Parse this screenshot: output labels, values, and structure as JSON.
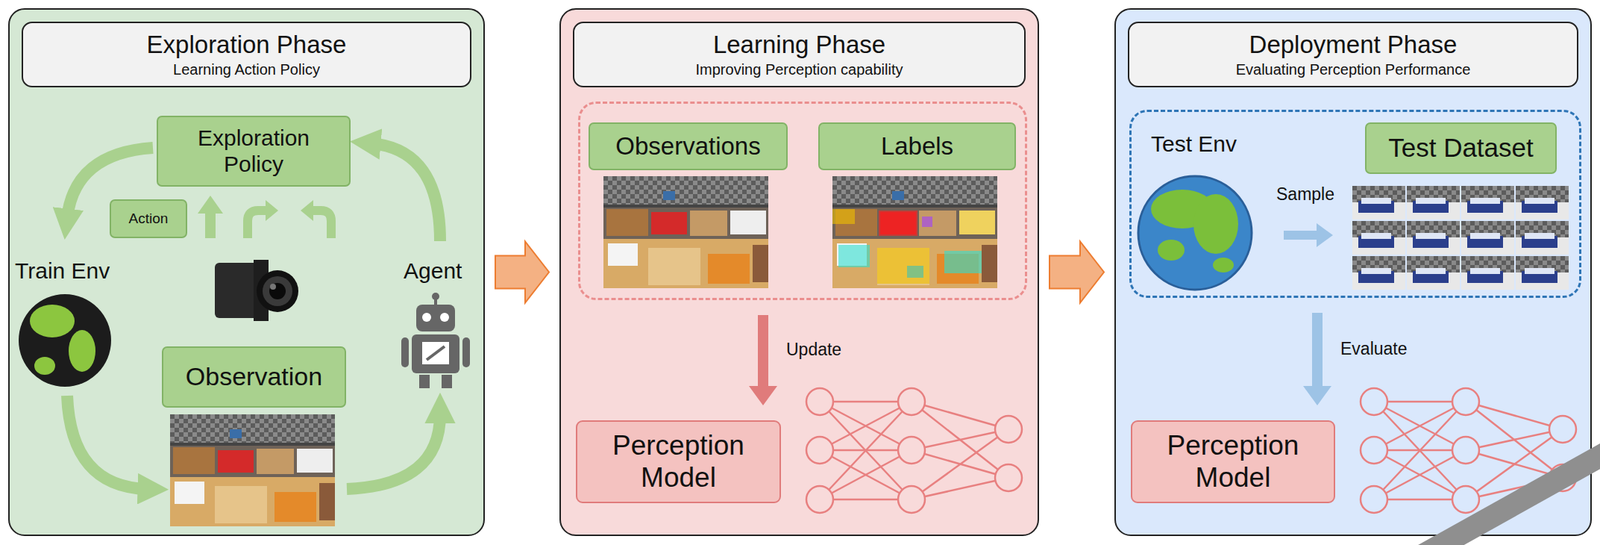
{
  "diagram": {
    "nodes": [
      {
        "text": [
          "Exploration Phase",
          "Learning Action Policy"
        ]
      },
      {
        "text": [
          "Exploration Policy"
        ],
        "in": 0
      },
      {
        "text": [
          "Action"
        ],
        "in": 0
      },
      {
        "text": [
          "Observation"
        ],
        "in": 0
      },
      {
        "text": [
          "Learning Phase",
          "Improving Perception capability"
        ]
      },
      {
        "text": [],
        "in": 4
      },
      {
        "text": [
          "Observations"
        ],
        "in": 5
      },
      {
        "text": [
          "Labels"
        ],
        "in": 5
      },
      {
        "text": [
          "Perception Model"
        ],
        "in": 4
      },
      {
        "text": [
          "Deployment Phase",
          "Evaluating Perception Performance"
        ]
      },
      {
        "text": [
          "Test Env"
        ],
        "in": 9
      },
      {
        "text": [
          "Test Dataset"
        ],
        "in": 10
      },
      {
        "text": [
          "Perception Model"
        ],
        "in": 9
      }
    ],
    "edges": [
      {
        "from": 0,
        "to": 4,
        "arrow": "to"
      },
      {
        "from": 4,
        "to": 9,
        "arrow": "to"
      },
      {
        "from": 5,
        "to": 8,
        "label": "Update",
        "arrow": "to"
      },
      {
        "from": 10,
        "to": 12,
        "label": "Evaluate",
        "arrow": "to"
      }
    ],
    "labels": [
      "Train Env",
      "Agent",
      "Sample"
    ]
  }
}
